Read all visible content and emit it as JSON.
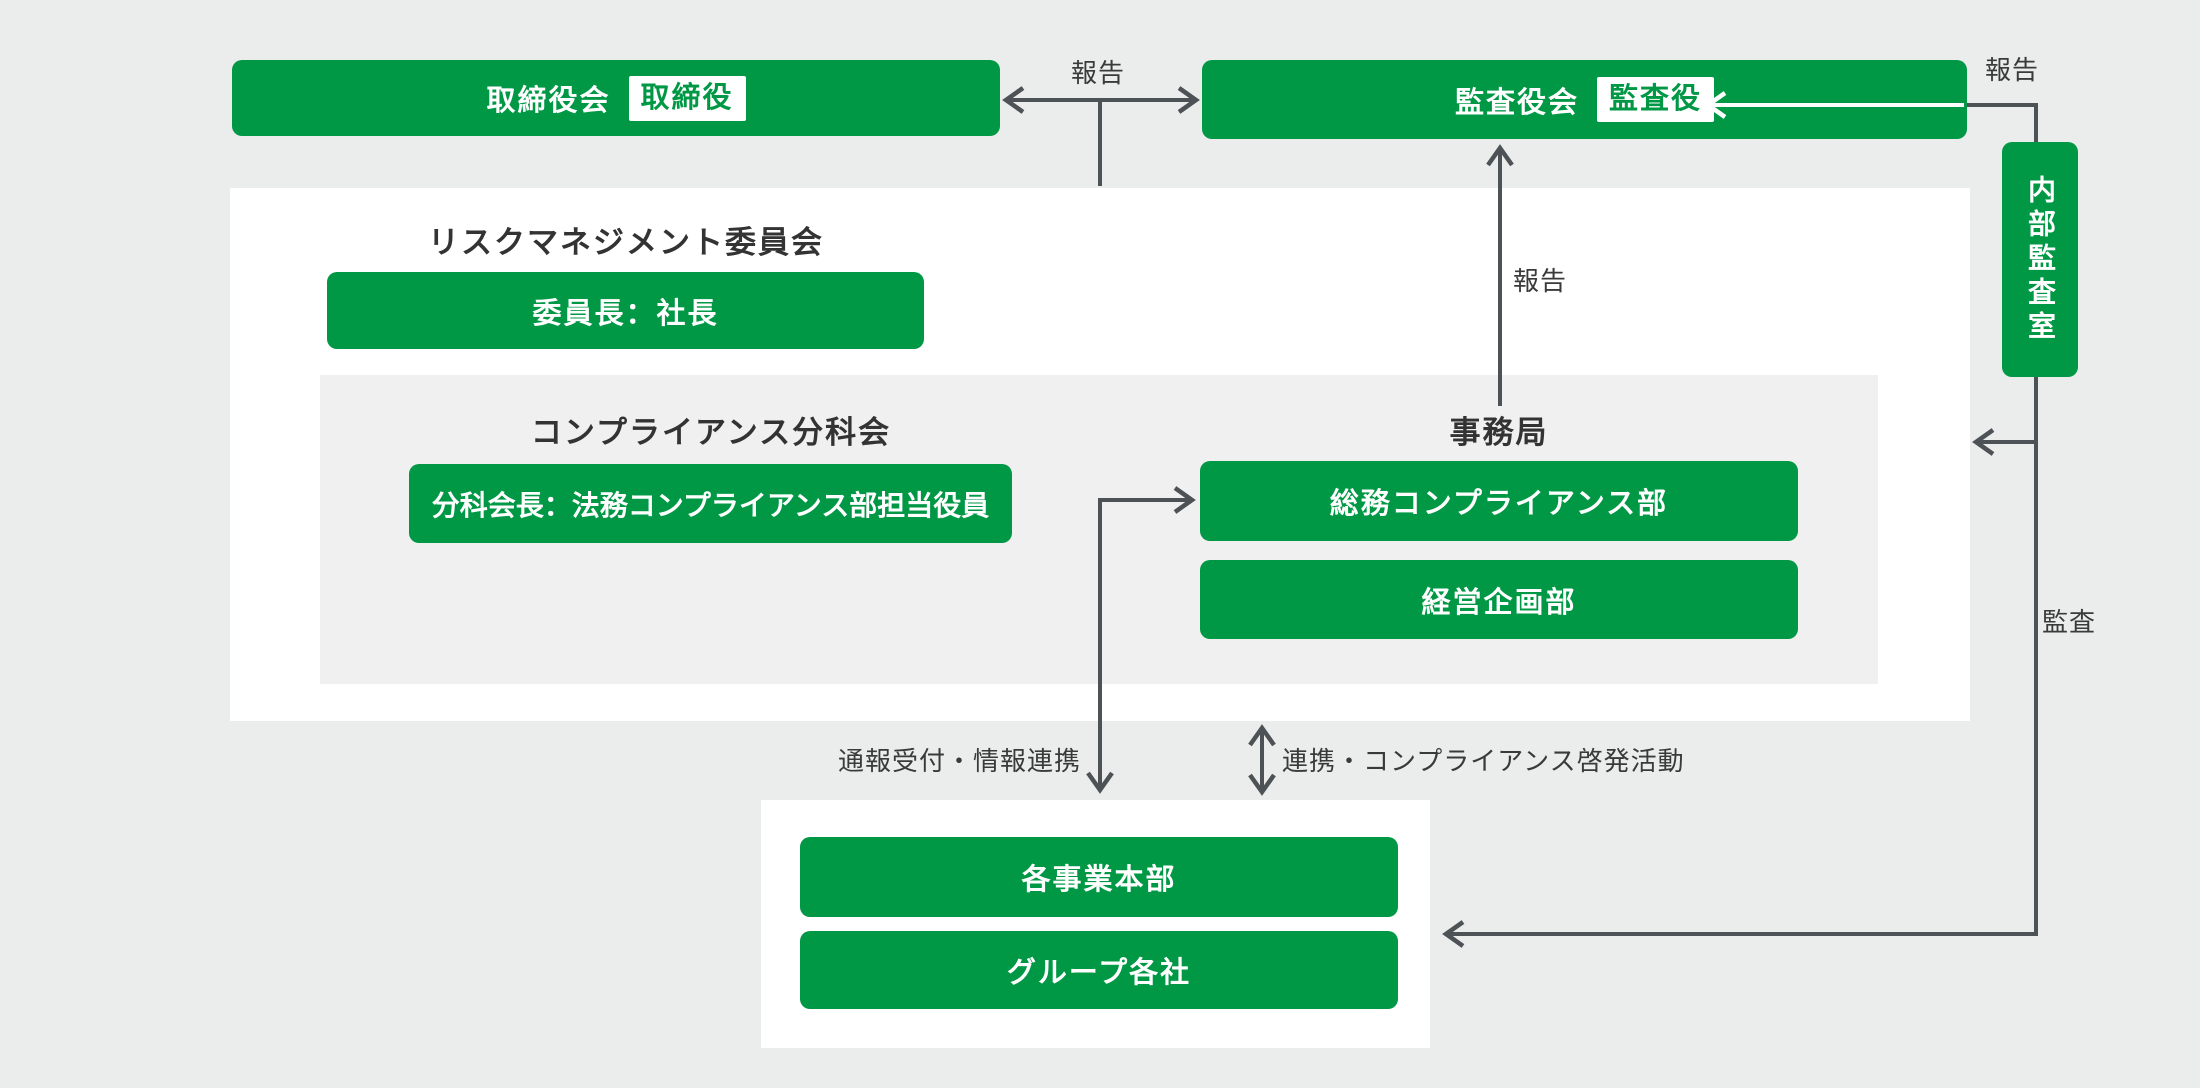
{
  "colors": {
    "green": "#009845",
    "line": "#4d5256",
    "title_text": "#333333",
    "label_text": "#3a3a3a",
    "page_bg": "#ebecec",
    "panel_white": "#ffffff",
    "panel_gray": "#f0f0f0",
    "node_text": "#ffffff"
  },
  "nodes": {
    "board": {
      "label": "取締役会",
      "badge": "取締役"
    },
    "audit_board": {
      "label": "監査役会",
      "badge": "監査役"
    },
    "internal_audit": {
      "label": "内部監査室"
    },
    "risk_committee": {
      "title": "リスクマネジメント委員会",
      "chair": "委員長：社長"
    },
    "subcommittee": {
      "title": "コンプライアンス分科会",
      "chair": "分科会長：法務コンプライアンス部担当役員"
    },
    "secretariat": {
      "title": "事務局",
      "dept1": "総務コンプライアンス部",
      "dept2": "経営企画部"
    },
    "group": {
      "dept1": "各事業本部",
      "dept2": "グループ各社"
    }
  },
  "edge_labels": {
    "report_top": "報告",
    "report_right": "報告",
    "report_middle": "報告",
    "audit": "監査",
    "whistleblow": "通報受付・情報連携",
    "collaboration": "連携・コンプライアンス啓発活動"
  }
}
